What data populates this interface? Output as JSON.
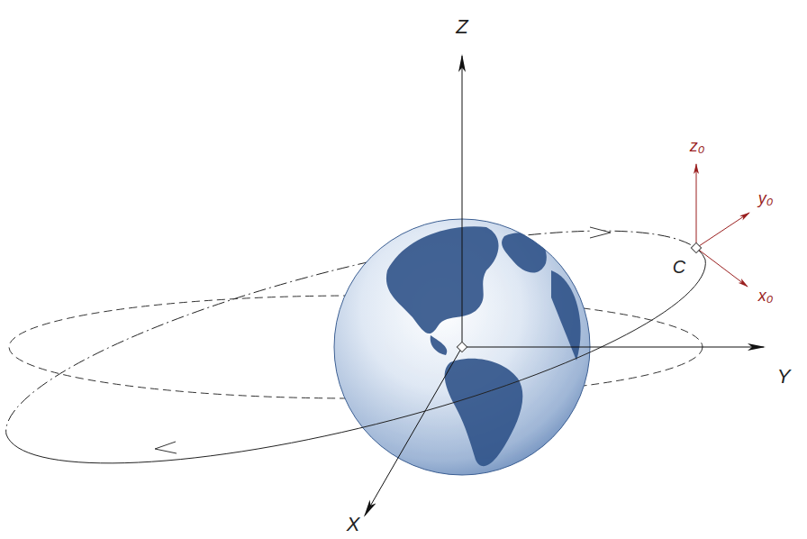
{
  "diagram": {
    "labels": [
      "Z",
      "z₀",
      "y₀",
      "C",
      "x₀",
      "Y",
      "X"
    ]
  }
}
